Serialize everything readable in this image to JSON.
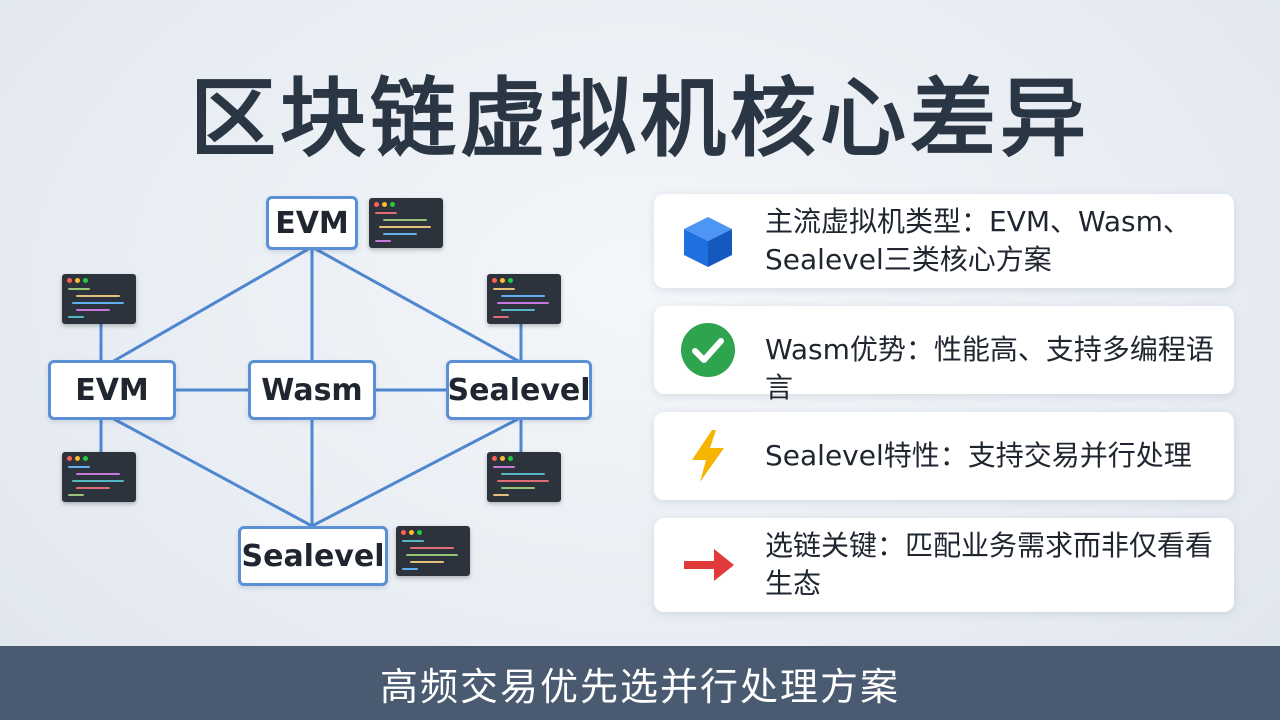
{
  "title": "区块链虚拟机核心差异",
  "diagram": {
    "nodes": {
      "top": "EVM",
      "left": "EVM",
      "center": "Wasm",
      "right": "Sealevel",
      "bottom": "Sealevel"
    },
    "icon": "code-window-icon"
  },
  "cards": [
    {
      "icon": "cube-icon",
      "text": "主流虚拟机类型：EVM、Wasm、Sealevel三类核心方案"
    },
    {
      "icon": "check-circle-icon",
      "text": "Wasm优势：性能高、支持多编程语言"
    },
    {
      "icon": "lightning-icon",
      "text": "Sealevel特性：支持交易并行处理"
    },
    {
      "icon": "arrow-right-icon",
      "text": "选链关键：匹配业务需求而非仅看看生态"
    }
  ],
  "caption": "高频交易优先选并行处理方案",
  "colors": {
    "node_border": "#5b8fd6",
    "edge": "#4f86d0",
    "caption_bg": "#4a5a70",
    "cube": "#1f6fe0",
    "check": "#2ea44f",
    "lightning": "#f5b400",
    "arrow": "#e03a3a"
  }
}
